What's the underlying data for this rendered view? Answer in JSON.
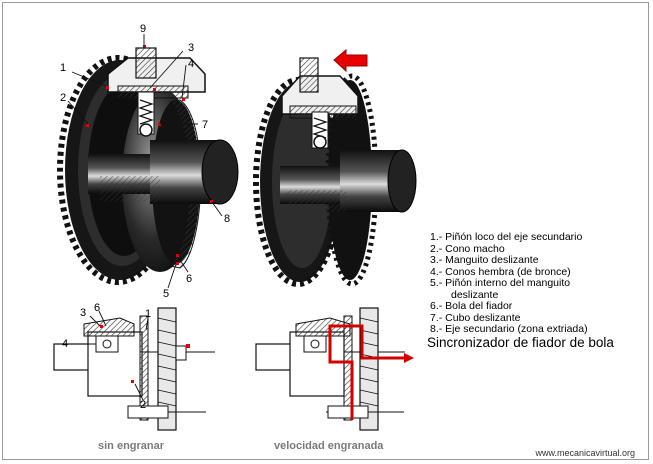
{
  "title": "Sincronizador de fiador de bola",
  "legend": [
    {
      "text": "1.- Piñón loco del eje secundario"
    },
    {
      "text": "2.- Cono macho"
    },
    {
      "text": "3.- Manguito deslizante"
    },
    {
      "text": "4.- Conos hembra (de bronce)"
    },
    {
      "text": "5.- Piñón interno del manguito"
    },
    {
      "text": "deslizante",
      "continuation": true
    },
    {
      "text": "6.- Bola del fiador"
    },
    {
      "text": "7.- Cubo deslizante"
    },
    {
      "text": "8.- Eje secundario (zona extriada)"
    }
  ],
  "captions": {
    "left": "sin engranar",
    "right": "velocidad engranada"
  },
  "website": "www.mecanicavirtual.org",
  "callouts_main": [
    "9",
    "3",
    "4",
    "1",
    "2",
    "7",
    "8",
    "6",
    "5"
  ],
  "callouts_small": [
    "3",
    "6",
    "4",
    "1",
    "2"
  ],
  "colors": {
    "arrow": "#e60000",
    "marker": "#e60000",
    "power_path": "#d40000",
    "metal_dark": "#1a1a1a",
    "frame": "#9a9a9a"
  }
}
